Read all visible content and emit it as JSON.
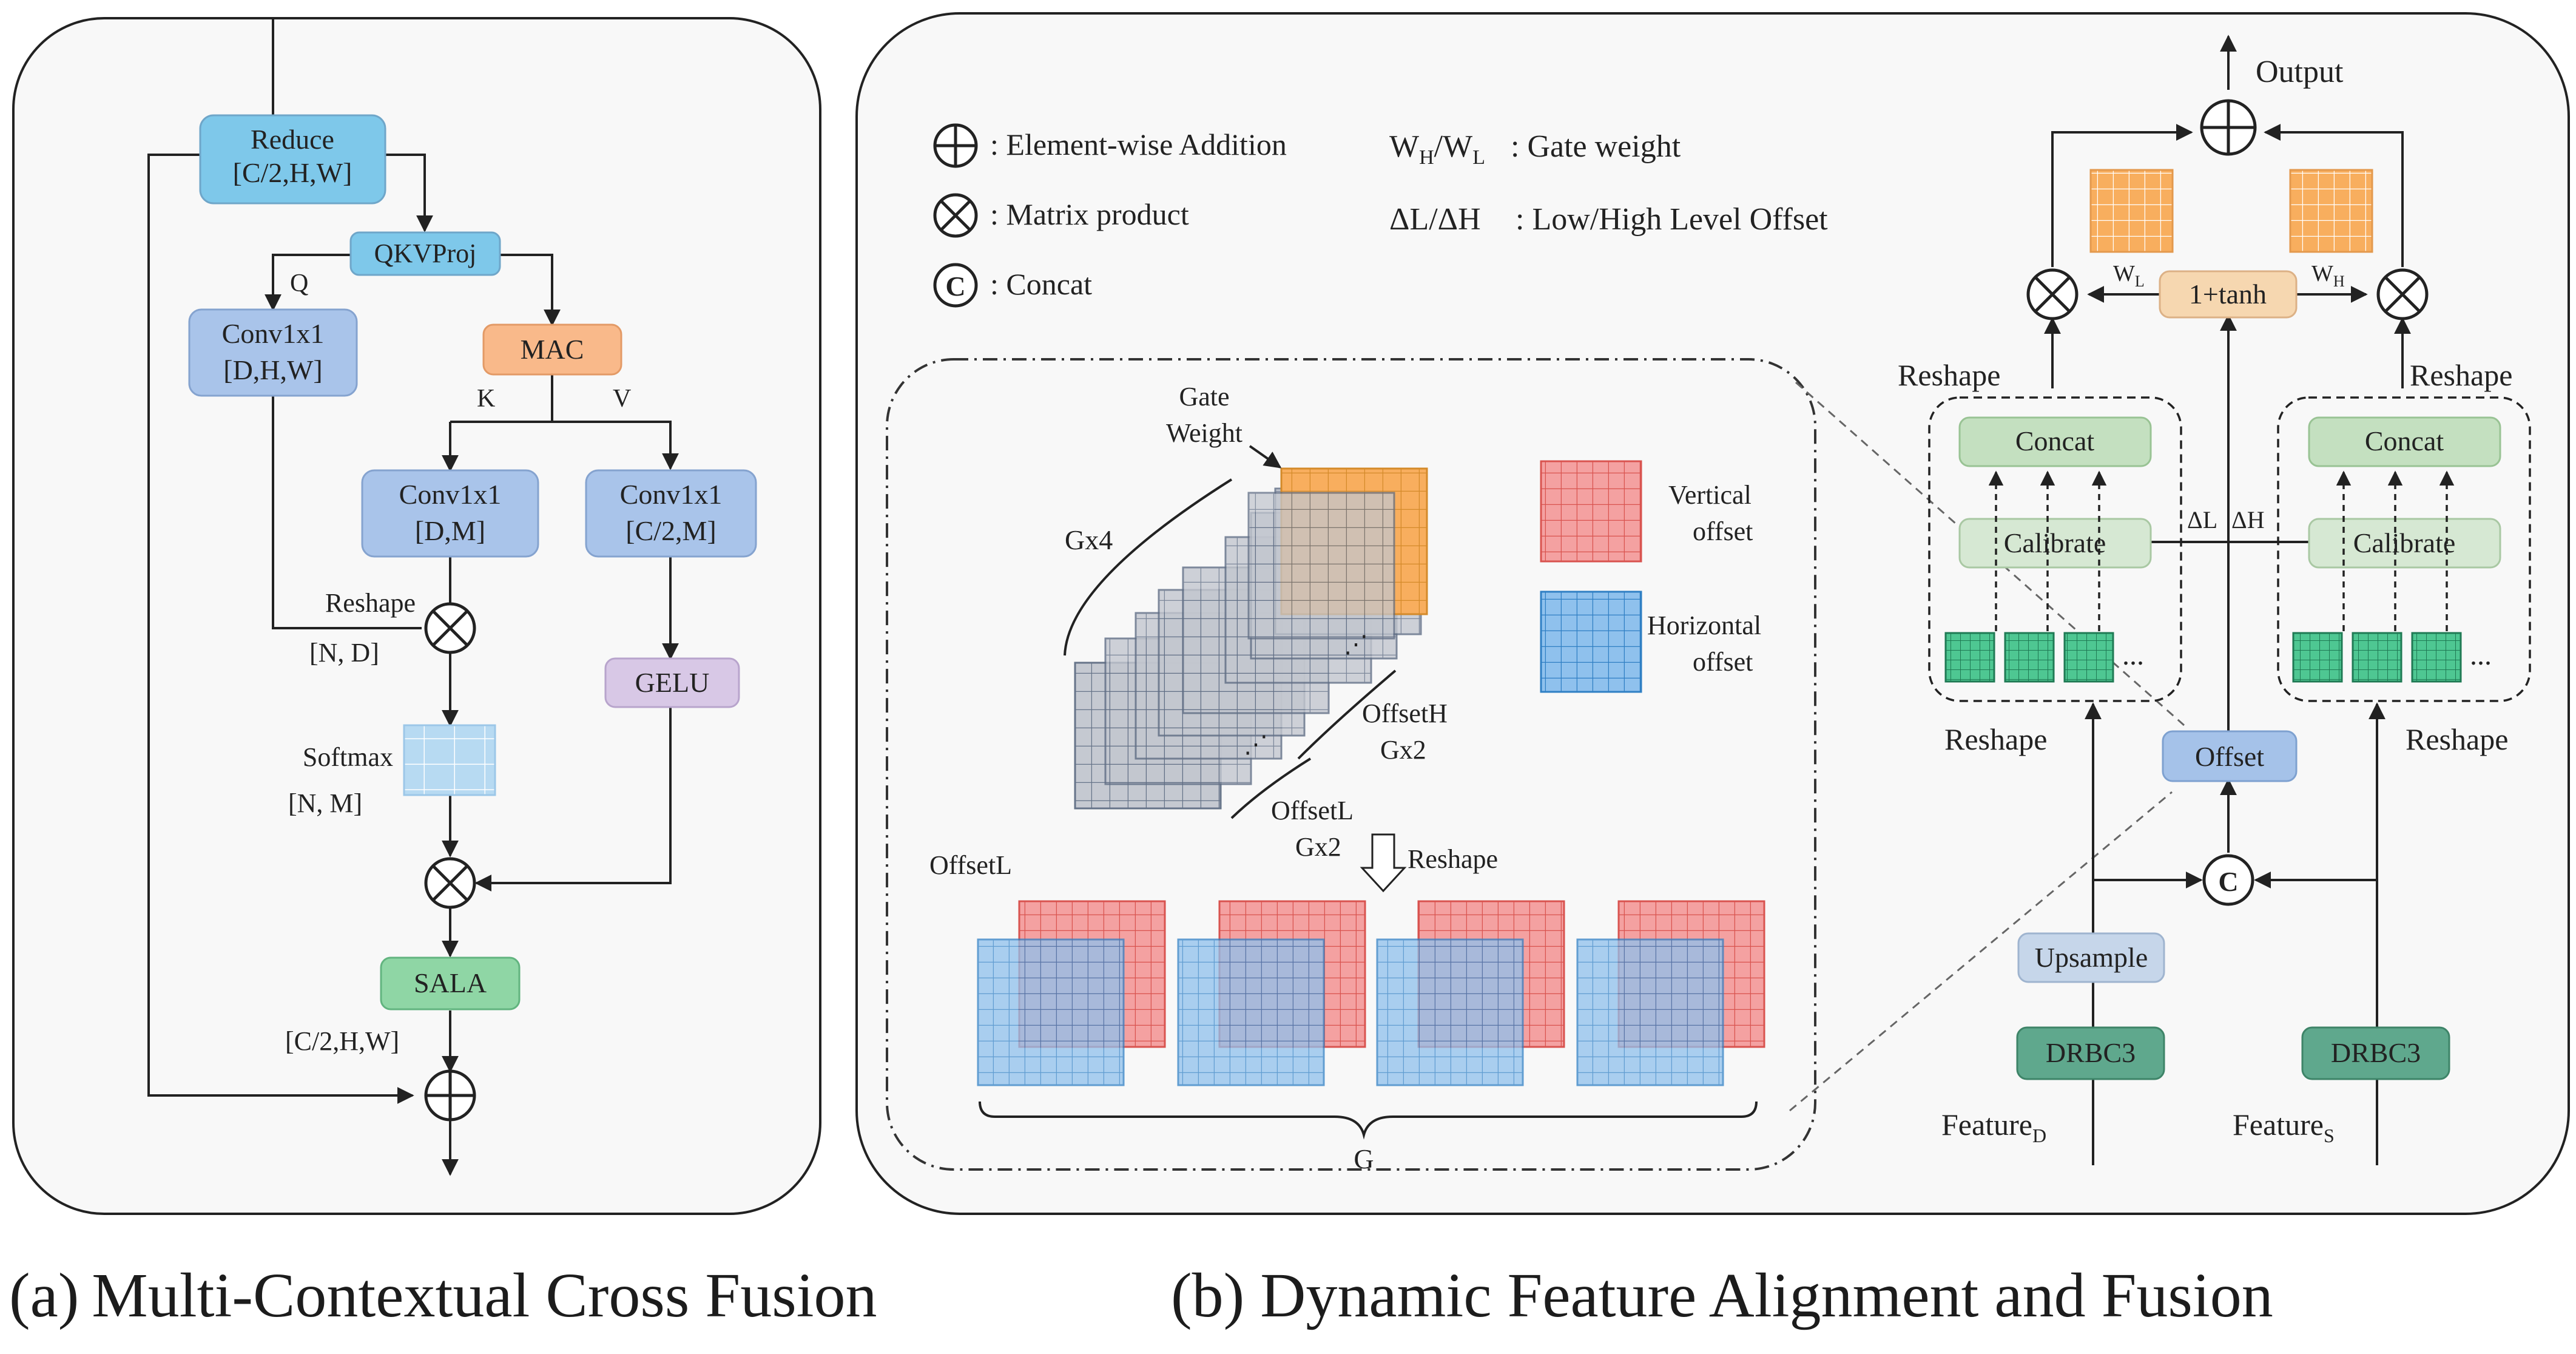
{
  "panel_a": {
    "reduce": "Reduce",
    "reduce_dim": "[C/2,H,W]",
    "qkv": "QKVProj",
    "q": "Q",
    "k": "K",
    "v": "V",
    "conv_q": "Conv1x1",
    "conv_q_dim": "[D,H,W]",
    "mac": "MAC",
    "conv_k": "Conv1x1",
    "conv_k_dim": "[D,M]",
    "conv_v": "Conv1x1",
    "conv_v_dim": "[C/2,M]",
    "reshape": "Reshape",
    "nd": "[N, D]",
    "gelu": "GELU",
    "softmax": "Softmax",
    "nm": "[N, M]",
    "sala": "SALA",
    "out_dim": "[C/2,H,W]"
  },
  "legend": {
    "add": "Element-wise Addition",
    "mul": "Matrix product",
    "concat_sym": "C",
    "concat": "Concat",
    "gate_sym": "W",
    "gate_sub_h": "H",
    "gate_sub_l": "L",
    "gate": "Gate weight",
    "offset_sym": "ΔL/ΔH",
    "offset": "Low/High Level Offset"
  },
  "inset": {
    "gate_weight_1": "Gate",
    "gate_weight_2": "Weight",
    "gx4": "Gx4",
    "offset_h": "OffsetH",
    "gx2_h": "Gx2",
    "offset_l": "OffsetL",
    "gx2_l": "Gx2",
    "reshape": "Reshape",
    "offset_l_left": "OffsetL",
    "g": "G",
    "vertical_1": "Vertical",
    "vertical_2": "offset",
    "horizontal_1": "Horizontal",
    "horizontal_2": "offset"
  },
  "panel_b": {
    "output": "Output",
    "tanh": "1+tanh",
    "w": "W",
    "sub_l": "L",
    "sub_h": "H",
    "reshape_tl": "Reshape",
    "reshape_tr": "Reshape",
    "reshape_bl": "Reshape",
    "reshape_br": "Reshape",
    "concat_l": "Concat",
    "concat_r": "Concat",
    "calibrate_l": "Calibrate",
    "calibrate_r": "Calibrate",
    "dl": "ΔL",
    "dh": "ΔH",
    "offset": "Offset",
    "c": "C",
    "upsample": "Upsample",
    "drbc3_l": "DRBC3",
    "drbc3_r": "DRBC3",
    "feature": "Feature",
    "sub_d": "D",
    "sub_s": "S",
    "dots": "..."
  },
  "captions": {
    "a": "(a) Multi-Contextual Cross Fusion",
    "b": "(b) Dynamic Feature Alignment and Fusion"
  },
  "colors": {
    "reduce": "#7ec8ea",
    "conv": "#a9c4ea",
    "mac": "#f9b98a",
    "gelu": "#d8c8e6",
    "sala": "#8fd6a5",
    "softmax": "#b7daf2",
    "concat": "#c4e0c0",
    "calibrate": "#d6e8d3",
    "tanh": "#f6d7b0",
    "offset": "#a5c2e9",
    "upsample": "#c6d6ea",
    "drbc3": "#5fa88d",
    "orange_grid": "#f8ae5e",
    "red_grid": "#f4a1a1",
    "blue_grid": "#8fc1ed",
    "gray_grid": "#c3c7cf",
    "green_grid": "#4ec792"
  }
}
